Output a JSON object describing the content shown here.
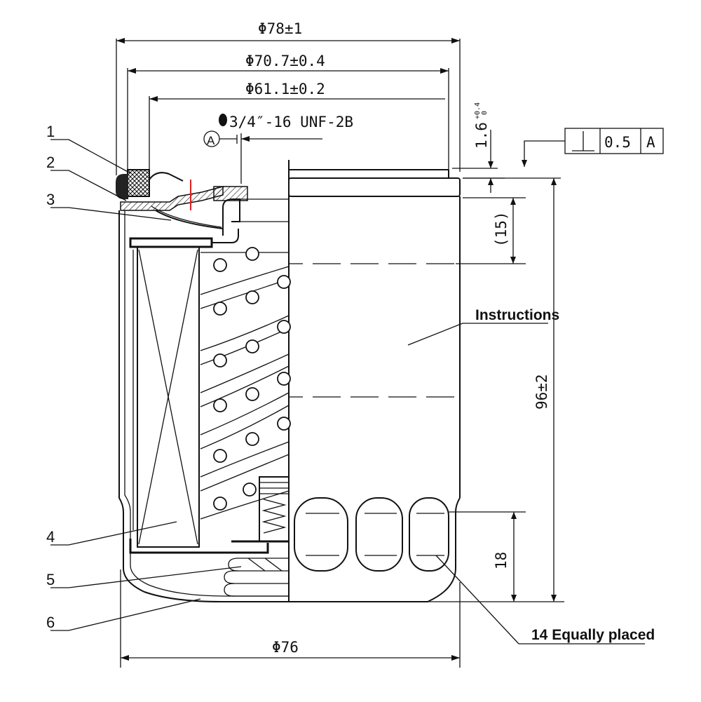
{
  "dimensions": {
    "outer_dia": "Φ78±1",
    "gasket_outer_dia": "Φ70.7±0.4",
    "gasket_inner_dia": "Φ61.1±0.2",
    "thread": "3/4″-16 UNF-2B",
    "datum": "A",
    "plate_thickness_base": "1.6",
    "plate_thickness_tol_upper": "+0.4",
    "plate_thickness_tol_lower": "0",
    "flatness_value": "0.5",
    "flatness_datum": "A",
    "label_band": "(15)",
    "height": "96±2",
    "flats_height": "18",
    "bottom_dia": "Φ76"
  },
  "notes": {
    "instructions": "Instructions",
    "flats": "14 Equally placed"
  },
  "part_numbers": [
    "1",
    "2",
    "3",
    "4",
    "5",
    "6"
  ]
}
